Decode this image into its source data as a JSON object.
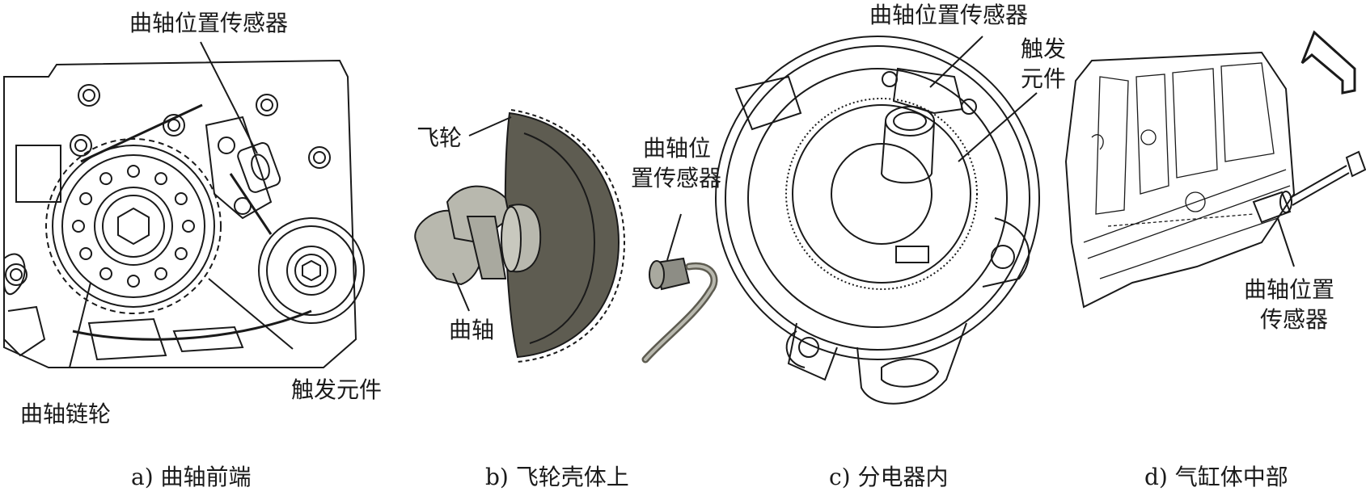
{
  "panels": [
    {
      "id": "a",
      "caption": "a) 曲轴前端",
      "labels": {
        "sensor": "曲轴位置传感器",
        "trigger": "触发元件",
        "sprocket": "曲轴链轮"
      }
    },
    {
      "id": "b",
      "caption": "b) 飞轮壳体上",
      "labels": {
        "flywheel": "飞轮",
        "sensor_line1": "曲轴位",
        "sensor_line2": "置传感器",
        "crankshaft": "曲轴"
      }
    },
    {
      "id": "c",
      "caption": "c) 分电器内",
      "labels": {
        "sensor": "曲轴位置传感器",
        "trigger_line1": "触发",
        "trigger_line2": "元件"
      }
    },
    {
      "id": "d",
      "caption": "d) 气缸体中部",
      "labels": {
        "sensor_line1": "曲轴位置",
        "sensor_line2": "传感器"
      }
    }
  ],
  "colors": {
    "ink": "#1a1a1a",
    "flywheel_dark": "#5e5c51",
    "crank_light": "#b8b8ae",
    "sensor_gray": "#8d8d85"
  }
}
